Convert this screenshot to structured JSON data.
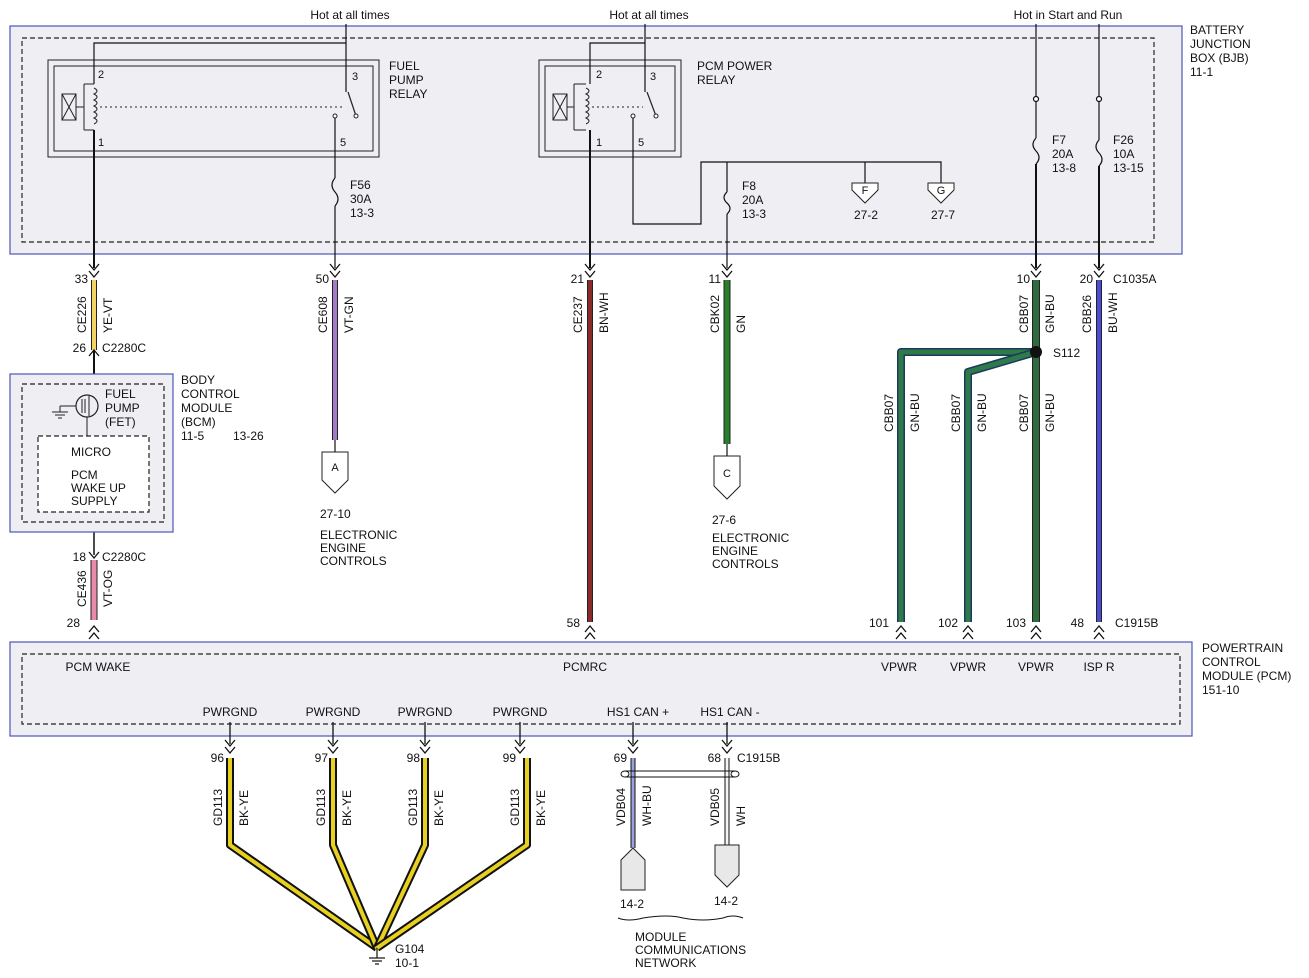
{
  "power_sources": [
    {
      "id": "hot1",
      "label": "Hot at all times"
    },
    {
      "id": "hot2",
      "label": "Hot at all times"
    },
    {
      "id": "hot3",
      "label": "Hot in Start and Run"
    }
  ],
  "bjb": {
    "name_lines": [
      "BATTERY",
      "JUNCTION",
      "BOX (BJB)",
      "11-1"
    ]
  },
  "fuel_pump_relay": {
    "name_lines": [
      "FUEL",
      "PUMP",
      "RELAY"
    ],
    "pins": {
      "p1": "1",
      "p2": "2",
      "p3": "3",
      "p5": "5"
    }
  },
  "pcm_power_relay": {
    "name_lines": [
      "PCM POWER",
      "RELAY"
    ],
    "pins": {
      "p1": "1",
      "p2": "2",
      "p3": "3",
      "p5": "5"
    }
  },
  "fuses": [
    {
      "id": "f56",
      "lines": [
        "F56",
        "30A",
        "13-3"
      ]
    },
    {
      "id": "f8",
      "lines": [
        "F8",
        "20A",
        "13-3"
      ]
    },
    {
      "id": "f7",
      "lines": [
        "F7",
        "20A",
        "13-8"
      ]
    },
    {
      "id": "f26",
      "lines": [
        "F26",
        "10A",
        "13-15"
      ]
    }
  ],
  "offpage_refs": [
    {
      "id": "F",
      "letter": "F",
      "ref": "27-2"
    },
    {
      "id": "G",
      "letter": "G",
      "ref": "27-7"
    }
  ],
  "bjb_pins": [
    {
      "id": "w33",
      "pin": "33"
    },
    {
      "id": "w50",
      "pin": "50"
    },
    {
      "id": "w21",
      "pin": "21"
    },
    {
      "id": "w11",
      "pin": "11"
    },
    {
      "id": "w10",
      "pin": "10"
    },
    {
      "id": "w20",
      "pin": "20"
    }
  ],
  "connectors": {
    "c1035a": "C1035A",
    "c2280c_top": "C2280C",
    "c2280c_bot": "C2280C",
    "c1915b_top": "C1915B",
    "c1915b_bot": "C1915B"
  },
  "wires": [
    {
      "id": "w_ce226",
      "circuit": "CE226",
      "color_code": "YE-VT",
      "color": "#f4d264"
    },
    {
      "id": "w_ce608",
      "circuit": "CE608",
      "color_code": "VT-GN",
      "color": "#a57ac6"
    },
    {
      "id": "w_ce237",
      "circuit": "CE237",
      "color_code": "BN-WH",
      "color": "#8a2a2a"
    },
    {
      "id": "w_cbk02",
      "circuit": "CBK02",
      "color_code": "GN",
      "color": "#2a7d2a"
    },
    {
      "id": "w_cbb07",
      "circuit": "CBB07",
      "color_code": "GN-BU",
      "color": "#2f6b3f"
    },
    {
      "id": "w_cbb26",
      "circuit": "CBB26",
      "color_code": "BU-WH",
      "color": "#4b4bd6"
    },
    {
      "id": "w_ce436",
      "circuit": "CE436",
      "color_code": "VT-OG",
      "color": "#e88aa8"
    },
    {
      "id": "w_cbb07_a",
      "circuit": "CBB07",
      "color_code": "GN-BU",
      "color": "#2f6b3f"
    },
    {
      "id": "w_cbb07_b",
      "circuit": "CBB07",
      "color_code": "GN-BU",
      "color": "#2f6b3f"
    },
    {
      "id": "w_cbb07_c",
      "circuit": "CBB07",
      "color_code": "GN-BU",
      "color": "#2f6b3f"
    },
    {
      "id": "w_gd113_96",
      "circuit": "GD113",
      "color_code": "BK-YE",
      "color": "#e8d020"
    },
    {
      "id": "w_gd113_97",
      "circuit": "GD113",
      "color_code": "BK-YE",
      "color": "#e8d020"
    },
    {
      "id": "w_gd113_98",
      "circuit": "GD113",
      "color_code": "BK-YE",
      "color": "#e8d020"
    },
    {
      "id": "w_gd113_99",
      "circuit": "GD113",
      "color_code": "BK-YE",
      "color": "#e8d020"
    },
    {
      "id": "w_vdb04",
      "circuit": "VDB04",
      "color_code": "WH-BU",
      "color": "#9aa0e0"
    },
    {
      "id": "w_vdb05",
      "circuit": "VDB05",
      "color_code": "WH",
      "color": "#cccccc"
    }
  ],
  "splice": {
    "label": "S112"
  },
  "bcm": {
    "name_lines": [
      "BODY",
      "CONTROL",
      "MODULE",
      "(BCM)"
    ],
    "ref_a": "11-5",
    "ref_b": "13-26",
    "fet_lines": [
      "FUEL",
      "PUMP",
      "(FET)"
    ],
    "micro": "MICRO",
    "wake_lines": [
      "PCM",
      "WAKE UP",
      "SUPPLY"
    ],
    "pin_top": "26",
    "pin_bottom": "18"
  },
  "eec_refs": [
    {
      "id": "A",
      "letter": "A",
      "ref": "27-10",
      "lines": [
        "ELECTRONIC",
        "ENGINE",
        "CONTROLS"
      ]
    },
    {
      "id": "C",
      "letter": "C",
      "ref": "27-6",
      "lines": [
        "ELECTRONIC",
        "ENGINE",
        "CONTROLS"
      ]
    }
  ],
  "pcm": {
    "name_lines": [
      "POWERTRAIN",
      "CONTROL",
      "MODULE (PCM)",
      "151-10"
    ],
    "top_pins": [
      {
        "id": "p28",
        "pin": "28",
        "label": "PCM WAKE"
      },
      {
        "id": "p58",
        "pin": "58",
        "label": "PCMRC"
      },
      {
        "id": "p101",
        "pin": "101",
        "label": "VPWR"
      },
      {
        "id": "p102",
        "pin": "102",
        "label": "VPWR"
      },
      {
        "id": "p103",
        "pin": "103",
        "label": "VPWR"
      },
      {
        "id": "p48",
        "pin": "48",
        "label": "ISP R"
      }
    ],
    "bottom_pins": [
      {
        "id": "p96",
        "pin": "96",
        "label": "PWRGND"
      },
      {
        "id": "p97",
        "pin": "97",
        "label": "PWRGND"
      },
      {
        "id": "p98",
        "pin": "98",
        "label": "PWRGND"
      },
      {
        "id": "p99",
        "pin": "99",
        "label": "PWRGND"
      },
      {
        "id": "p69",
        "pin": "69",
        "label": "HS1 CAN +"
      },
      {
        "id": "p68",
        "pin": "68",
        "label": "HS1 CAN -"
      }
    ]
  },
  "ground": {
    "label": "G104",
    "ref": "10-1"
  },
  "network": {
    "ref_left": "14-2",
    "ref_right": "14-2",
    "lines": [
      "MODULE",
      "COMMUNICATIONS",
      "NETWORK"
    ]
  }
}
